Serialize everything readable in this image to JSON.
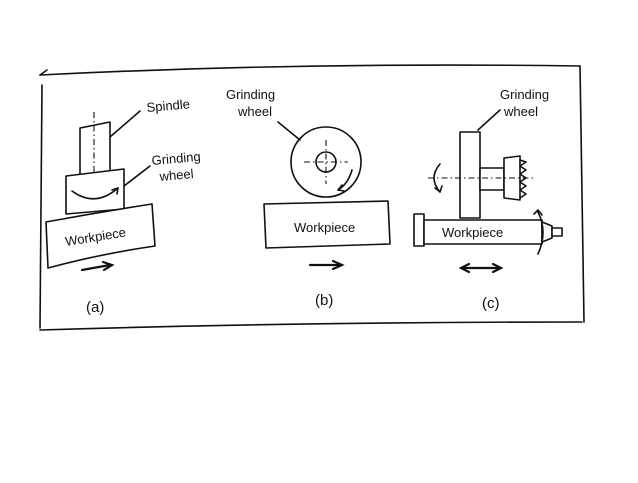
{
  "labels": {
    "a_spindle": "Spindle",
    "a_grinding": "Grinding",
    "a_wheel": "wheel",
    "a_workpiece": "Workpiece",
    "a_caption": "(a)",
    "b_grinding": "Grinding",
    "b_wheel": "wheel",
    "b_workpiece": "Workpiece",
    "b_caption": "(b)",
    "c_grinding": "Grinding",
    "c_wheel": "wheel",
    "c_workpiece": "Workpiece",
    "c_caption": "(c)"
  },
  "colors": {
    "ink": "#111111",
    "background": "#ffffff"
  },
  "icons": {
    "motion_arrow": "arrow-right",
    "reciprocating_arrow": "double-arrow",
    "rotation_arrow": "curved-arrow"
  }
}
